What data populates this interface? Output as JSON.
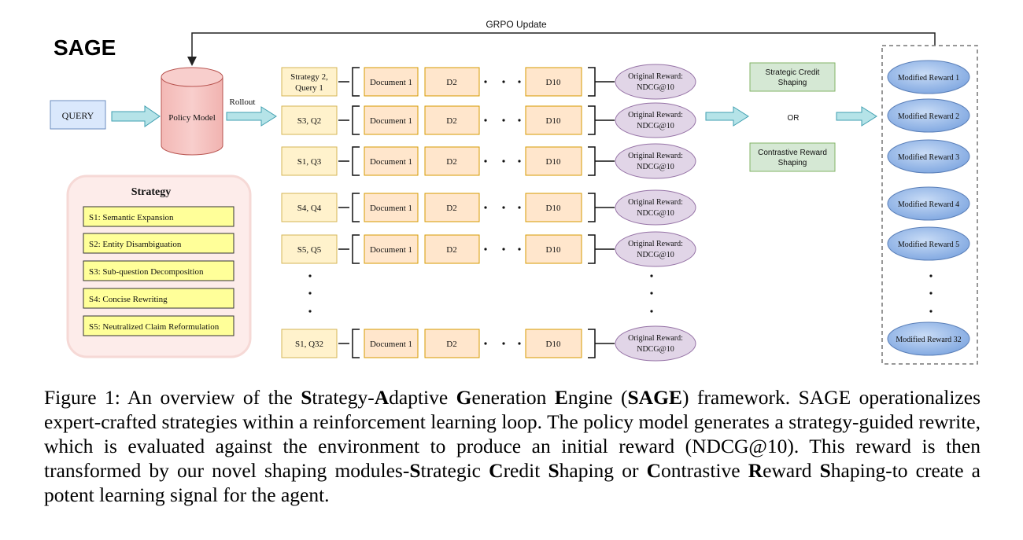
{
  "title": "SAGE",
  "grpo_label": "GRPO Update",
  "query_label": "QUERY",
  "policy_label": "Policy Model",
  "rollout_label": "Rollout",
  "doc1_label": "Document 1",
  "d2_label": "D2",
  "d10_label": "D10",
  "reward_line1": "Original Reward:",
  "reward_line2": "NDCG@10",
  "shaping": {
    "strategic_line1": "Strategic Credit",
    "strategic_line2": "Shaping",
    "or_label": "OR",
    "contrastive_line1": "Contrastive Reward",
    "contrastive_line2": "Shaping"
  },
  "strategy_panel": {
    "title": "Strategy",
    "items": [
      "S1: Semantic Expansion",
      "S2: Entity Disambiguation",
      "S3: Sub-question Decomposition",
      "S4: Concise Rewriting",
      "S5: Neutralized Claim Reformulation"
    ]
  },
  "rows": [
    {
      "label1": "Strategy 2,",
      "label2": "Query 1"
    },
    {
      "label1": "S3, Q2",
      "label2": ""
    },
    {
      "label1": "S1, Q3",
      "label2": ""
    },
    {
      "label1": "S4, Q4",
      "label2": ""
    },
    {
      "label1": "S5, Q5",
      "label2": ""
    },
    {
      "label1": "S1, Q32",
      "label2": ""
    }
  ],
  "modified_rewards": [
    "Modified Reward 1",
    "Modified Reward 2",
    "Modified Reward 3",
    "Modified Reward 4",
    "Modified Reward 5",
    "Modified Reward 32"
  ],
  "colors": {
    "query_fill": "#dae8fc",
    "query_stroke": "#6c8ebf",
    "policy_fill": "#f8cecc",
    "policy_stroke": "#b85450",
    "arrow_fill": "#b5e3e8",
    "arrow_stroke": "#3f9fb0",
    "label_fill": "#fff2cc",
    "label_stroke": "#d6b656",
    "doc_fill": "#ffe6cc",
    "doc_stroke": "#d79b00",
    "reward_fill": "#e1d5e7",
    "reward_stroke": "#9673a6",
    "shaping_fill": "#d5e8d4",
    "shaping_stroke": "#82b366",
    "modified_fill": "#7ea6e0",
    "strategy_panel_bg": "#fdecea",
    "strategy_item_fill": "#ffff99"
  },
  "caption": {
    "prefix": "Figure 1: An overview of the ",
    "name_parts": [
      {
        "bold": "S",
        "rest": "trategy-"
      },
      {
        "bold": "A",
        "rest": "daptive "
      },
      {
        "bold": "G",
        "rest": "eneration "
      },
      {
        "bold": "E",
        "rest": "ngine ("
      }
    ],
    "acronym": "SAGE",
    "after_acronym": ") framework. SAGE operationalizes expert-crafted strategies within a reinforcement learning loop. The policy model generates a strategy-guided rewrite, which is evaluated against the environment to produce an initial reward (NDCG@10). This reward is then transformed by our novel shaping modules-",
    "module1": [
      {
        "bold": "S",
        "rest": "trategic "
      },
      {
        "bold": "C",
        "rest": "redit "
      },
      {
        "bold": "S",
        "rest": "haping or "
      }
    ],
    "module2": [
      {
        "bold": "C",
        "rest": "ontrastive "
      },
      {
        "bold": "R",
        "rest": "eward "
      },
      {
        "bold": "S",
        "rest": "haping-to create a potent learning signal for the agent."
      }
    ]
  }
}
